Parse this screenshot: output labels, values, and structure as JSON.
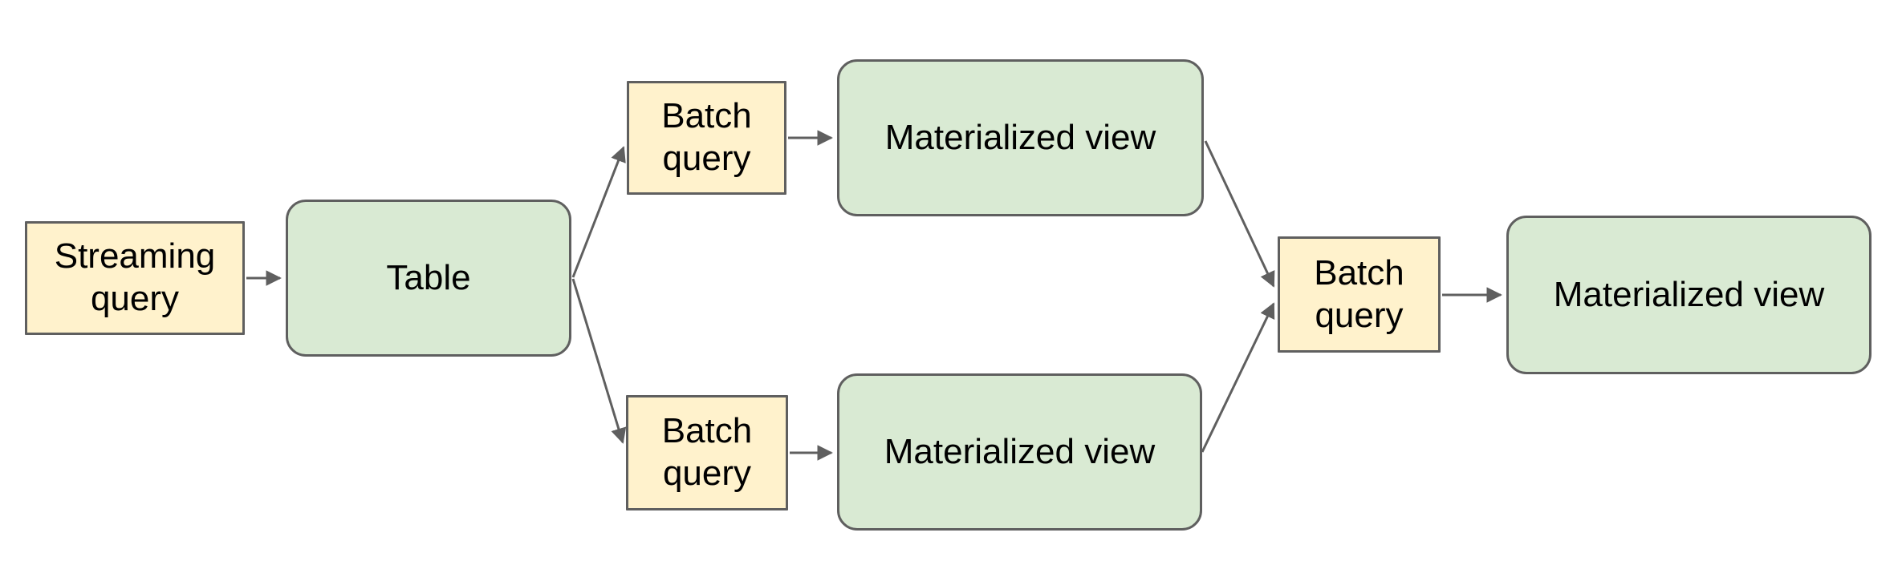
{
  "diagram": {
    "nodes": {
      "streaming_query": {
        "label": "Streaming query",
        "type": "query"
      },
      "table": {
        "label": "Table",
        "type": "data"
      },
      "batch_query_top": {
        "label": "Batch query",
        "type": "query"
      },
      "materialized_view_top": {
        "label": "Materialized view",
        "type": "data"
      },
      "batch_query_bottom": {
        "label": "Batch query",
        "type": "query"
      },
      "materialized_view_bottom": {
        "label": "Materialized view",
        "type": "data"
      },
      "batch_query_right": {
        "label": "Batch query",
        "type": "query"
      },
      "materialized_view_right": {
        "label": "Materialized view",
        "type": "data"
      }
    },
    "edges": [
      {
        "from": "streaming_query",
        "to": "table"
      },
      {
        "from": "table",
        "to": "batch_query_top"
      },
      {
        "from": "table",
        "to": "batch_query_bottom"
      },
      {
        "from": "batch_query_top",
        "to": "materialized_view_top"
      },
      {
        "from": "batch_query_bottom",
        "to": "materialized_view_bottom"
      },
      {
        "from": "materialized_view_top",
        "to": "batch_query_right"
      },
      {
        "from": "materialized_view_bottom",
        "to": "batch_query_right"
      },
      {
        "from": "batch_query_right",
        "to": "materialized_view_right"
      }
    ],
    "colors": {
      "query_node_fill": "#fff2cc",
      "view_node_fill": "#d9ead3",
      "node_border": "#5f5f5f",
      "arrow": "#5f5f5f",
      "text": "#000000",
      "background": "#ffffff"
    }
  }
}
